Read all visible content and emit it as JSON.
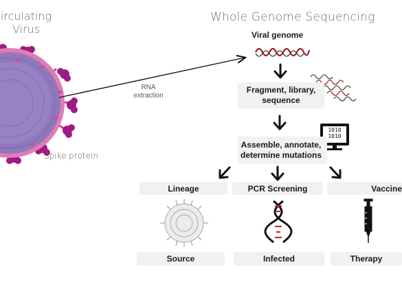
{
  "left_title": "irculating\nVirus",
  "right_title": "Whole Genome Sequencing",
  "viral_genome": "Viral genome",
  "rna_extraction": "RNA\nextraction",
  "spike_protein": "Spike protein",
  "step_fragment": "Fragment, library,\nsequence",
  "step_assemble": "Assemble, annotate,\ndetermine mutations",
  "binary_text": "1010\n1010",
  "outputs": [
    "Lineage",
    "PCR Screening",
    "Vaccine"
  ],
  "results": [
    "Source",
    "Infected",
    "Therapy"
  ],
  "colors": {
    "virus_body": "#8a6fb3",
    "spike": "#b0208a",
    "pink_ring": "#e06aa8"
  },
  "icons": [
    "virus-illustration",
    "rna-strand-icon",
    "dna-fragments-icon",
    "computer-icon",
    "virus-lineage-icon",
    "dna-helix-icon",
    "syringe-icon"
  ]
}
